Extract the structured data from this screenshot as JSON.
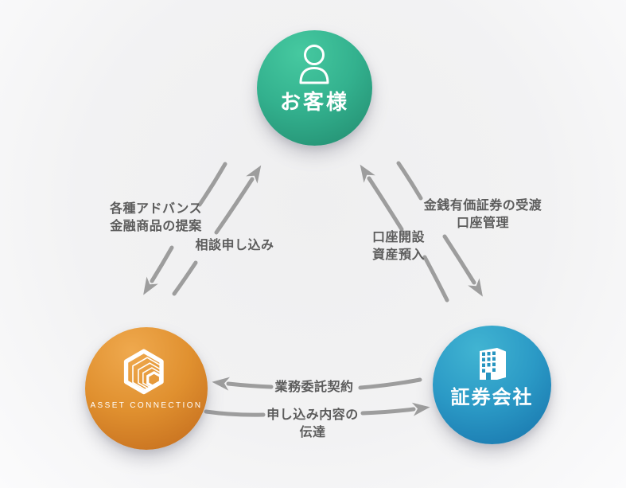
{
  "diagram": {
    "nodes": {
      "customer": {
        "label": "お客様",
        "icon": "person-icon",
        "color": "#2fae8b"
      },
      "asset_connection": {
        "label": "ASSET CONNECTION",
        "icon": "hexagon-spiral-logo-icon",
        "color": "#dd8a2e"
      },
      "securities": {
        "label": "証券会社",
        "icon": "building-icon",
        "color": "#2491bf"
      }
    },
    "edges": [
      {
        "label": "各種アドバンス\n金融商品の提案",
        "from": "customer",
        "to": "asset_connection"
      },
      {
        "label": "相談申し込み",
        "from": "asset_connection",
        "to": "customer"
      },
      {
        "label": "金銭有価証券の受渡\n口座管理",
        "from": "customer",
        "to": "securities"
      },
      {
        "label": "口座開設\n資産預入",
        "from": "securities",
        "to": "customer"
      },
      {
        "label": "業務委託契約",
        "from": "securities",
        "to": "asset_connection"
      },
      {
        "label": "申し込み内容の\n伝達",
        "from": "asset_connection",
        "to": "securities"
      }
    ],
    "colors": {
      "arrow": "#9d9d9d",
      "edge_label_text": "#5c5c5c",
      "node_text": "#ffffff"
    }
  }
}
